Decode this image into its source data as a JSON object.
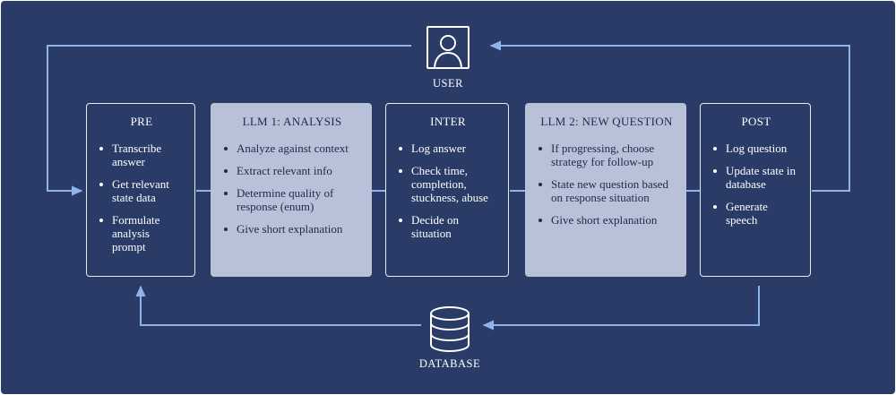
{
  "actors": {
    "user": {
      "label": "USER",
      "icon": "user-icon"
    },
    "database": {
      "label": "DATABASE",
      "icon": "database-icon"
    }
  },
  "stages": [
    {
      "title": "PRE",
      "style": "outline",
      "items": [
        "Transcribe answer",
        "Get relevant state data",
        "Formulate analysis prompt"
      ]
    },
    {
      "title": "LLM 1: ANALYSIS",
      "style": "filled",
      "items": [
        "Analyze against context",
        "Extract relevant info",
        "Determine quality of response (enum)",
        "Give short explanation"
      ]
    },
    {
      "title": "INTER",
      "style": "outline",
      "items": [
        "Log answer",
        "Check time, completion, stuckness, abuse",
        "Decide on situation"
      ]
    },
    {
      "title": "LLM 2: NEW QUESTION",
      "style": "filled",
      "items": [
        "If progressing, choose strategy for follow-up",
        "State new question based on response situation",
        "Give short explanation"
      ]
    },
    {
      "title": "POST",
      "style": "outline",
      "items": [
        "Log question",
        "Update state in database",
        "Generate speech"
      ]
    }
  ],
  "colors": {
    "background": "#2a3b68",
    "connector": "#8fb4ea",
    "filled_box": "#b8c1d8",
    "outline": "#e6ebf5"
  }
}
